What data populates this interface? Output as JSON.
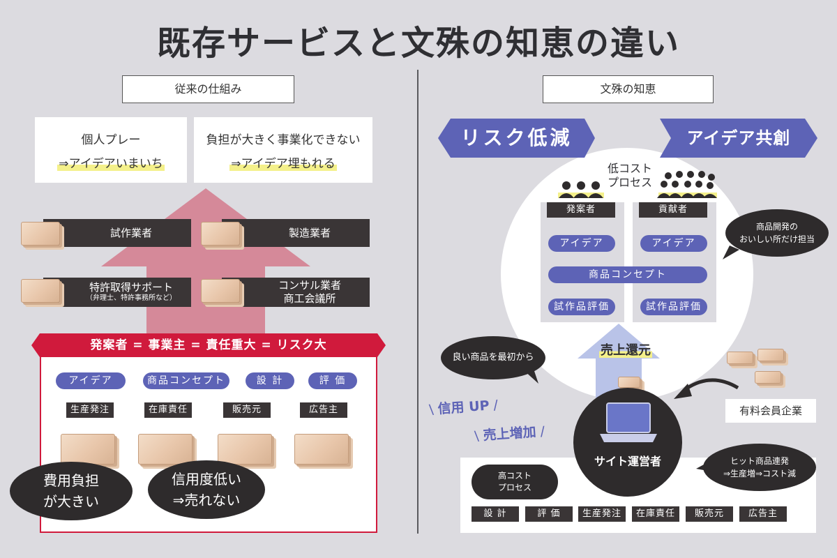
{
  "title": "既存サービスと文殊の知恵の違い",
  "left": {
    "label": "従来の仕組み",
    "box1": {
      "line1": "個人プレー",
      "line2": "⇒アイデアいまいち"
    },
    "box2": {
      "line1": "負担が大きく事業化できない",
      "line2": "⇒アイデア埋もれる"
    },
    "bars": {
      "prototype": "試作業者",
      "manufacturer": "製造業者",
      "patent": "特許取得サポート",
      "patent_note": "（弁理士、特許事務所など）",
      "consult1": "コンサル業者",
      "consult2": "商工会議所"
    },
    "risk_header": "発案者 = 事業主 = 責任重大 = リスク大",
    "pills": [
      "アイデア",
      "商品コンセプト",
      "設 計",
      "評 価"
    ],
    "tags": [
      "生産発注",
      "在庫責任",
      "販売元",
      "広告主"
    ],
    "bubble1": {
      "line1": "費用負担",
      "line2": "が大きい"
    },
    "bubble2": {
      "line1": "信用度低い",
      "line2": "⇒売れない"
    }
  },
  "right": {
    "label": "文殊の知恵",
    "banner_risk": "リスク低減",
    "banner_idea": "アイデア共創",
    "low_cost": {
      "line1": "低コスト",
      "line2": "プロセス"
    },
    "proposer": "発案者",
    "contributor": "貢献者",
    "pill_idea": "アイデア",
    "pill_concept": "商品コンセプト",
    "pill_eval": "試作品評価",
    "bubble_dev": {
      "line1": "商品開発の",
      "line2": "おいしい所だけ担当"
    },
    "sales_return": "売上還元",
    "bubble_good": "良い商品を最初から",
    "trust_up": "信用 UP",
    "sales_up": "売上増加",
    "site_operator": "サイト運営者",
    "paid_member": "有料会員企業",
    "bubble_hit": {
      "line1": "ヒット商品連発",
      "line2": "⇒生産増⇒コスト減"
    },
    "high_cost": {
      "line1": "高コスト",
      "line2": "プロセス"
    },
    "bottom_tags": [
      "設 計",
      "評 価",
      "生産発注",
      "在庫責任",
      "販売元",
      "広告主"
    ]
  },
  "colors": {
    "accent": "#5d63b6",
    "danger": "#d01a3c",
    "arrow": "#d47a8c",
    "dark": "#3a3536"
  }
}
